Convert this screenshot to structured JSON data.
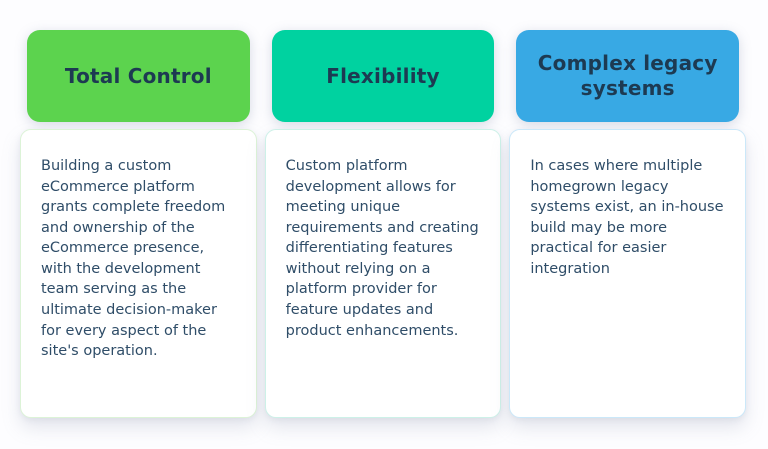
{
  "page": {
    "background_color": "#fdfdff",
    "title_text_color": "#1d3a52",
    "body_text_color": "#2f4d68"
  },
  "cards": [
    {
      "title": "Total Control",
      "body": "Building a custom eCommerce platform grants complete freedom and ownership of the eCommerce presence, with the development team serving as the ultimate decision-maker for every aspect of the site's operation.",
      "header_color": "#5cd34e",
      "border_color": "#dcf3d7"
    },
    {
      "title": "Flexibility",
      "body": "Custom platform development allows for meeting unique requirements and creating differentiating features without relying on a platform provider for feature updates and product enhancements.",
      "header_color": "#00d2a0",
      "border_color": "#cdf1e8"
    },
    {
      "title": "Complex legacy systems",
      "body": "In cases where multiple homegrown legacy systems exist, an in-house build may be more practical for easier integration",
      "header_color": "#38a9e4",
      "border_color": "#cbe8f9"
    }
  ]
}
